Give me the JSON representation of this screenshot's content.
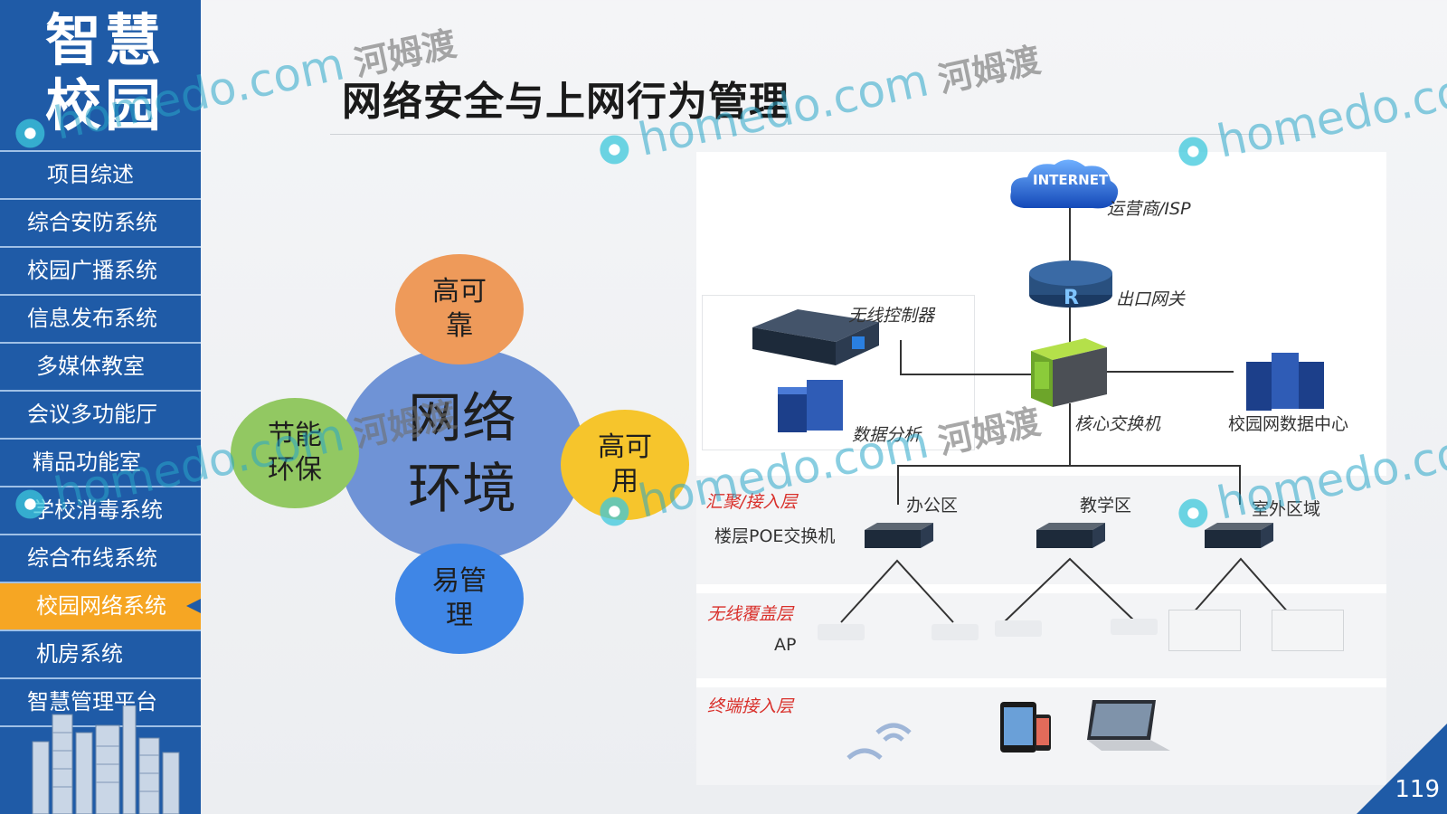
{
  "brand": {
    "line1": "智慧",
    "line2": "校园"
  },
  "nav": {
    "items": [
      {
        "label": "项目综述"
      },
      {
        "label": "综合安防系统"
      },
      {
        "label": "校园广播系统"
      },
      {
        "label": "信息发布系统"
      },
      {
        "label": "多媒体教室"
      },
      {
        "label": "会议多功能厅"
      },
      {
        "label": "精品功能室"
      },
      {
        "label": "学校消毒系统"
      },
      {
        "label": "综合布线系统"
      },
      {
        "label": "校园网络系统"
      },
      {
        "label": "机房系统"
      },
      {
        "label": "智慧管理平台"
      }
    ],
    "active_index": 9
  },
  "title": "网络安全与上网行为管理",
  "circles": {
    "center": "网络环境",
    "top": "高可靠",
    "right": "高可用",
    "bottom": "易管理",
    "left": "节能环保"
  },
  "diagram": {
    "internet": "INTERNET",
    "isp": "运营商/ISP",
    "gateway": "出口网关",
    "wireless_controller": "无线控制器",
    "data_analysis": "数据分析",
    "core_switch": "核心交换机",
    "data_center": "校园网数据中心",
    "layer_aggregation": "汇聚/接入层",
    "floor_poe": "楼层POE交换机",
    "zone_office": "办公区",
    "zone_teaching": "教学区",
    "zone_outdoor": "室外区域",
    "layer_wireless": "无线覆盖层",
    "ap": "AP",
    "layer_terminal": "终端接入层"
  },
  "watermark": {
    "latin": "homedo.com",
    "cn": "河姆渡"
  },
  "page_number": "119",
  "colors": {
    "sidebar": "#1f5ba7",
    "active": "#f6a623",
    "center_circle": "#6f93d6",
    "reliable": "#ee9a5a",
    "available": "#f6c52c",
    "manageable": "#3f86e6",
    "eco": "#92c862"
  }
}
